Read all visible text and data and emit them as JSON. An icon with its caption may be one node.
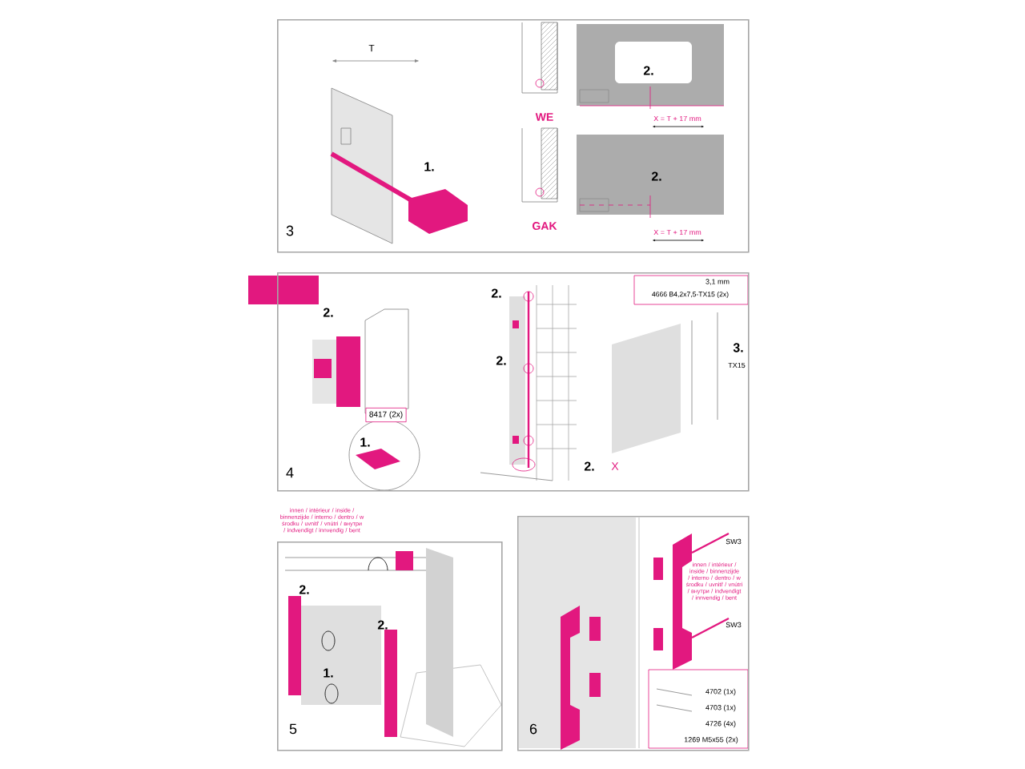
{
  "diagram": {
    "nodes": [
      {
        "text": [
          "3"
        ]
      },
      {
        "text": [
          "4"
        ]
      },
      {
        "text": [
          "5"
        ]
      },
      {
        "text": [
          "6"
        ]
      }
    ],
    "labels": [
      "T",
      "1.",
      "2.",
      "WE",
      "X = T + 17 mm",
      "2.",
      "GAK",
      "X = T + 17 mm",
      "2.",
      "8417 (2x)",
      "1.",
      "2.",
      "3,1 mm",
      "4666 B4,2x7,5-TX15 (2x)",
      "2.",
      "3.",
      "TX15",
      "2.",
      "X",
      "innen / intérieur / inside / binnenzijde / interno / dentro / w środku / uvnitř / vnútri / внутри / indvendigt / innvendig / bent",
      "2.",
      "2.",
      "1.",
      "SW3",
      "innen / intérieur / inside / binnenzijde / interno / dentro / w środku / uvnitř / vnútri / внутри / indvendigt / innvendig / bent",
      "SW3",
      "4702 (1x)",
      "4703 (1x)",
      "4726 (4x)",
      "1269 M5x55 (2x)"
    ]
  }
}
